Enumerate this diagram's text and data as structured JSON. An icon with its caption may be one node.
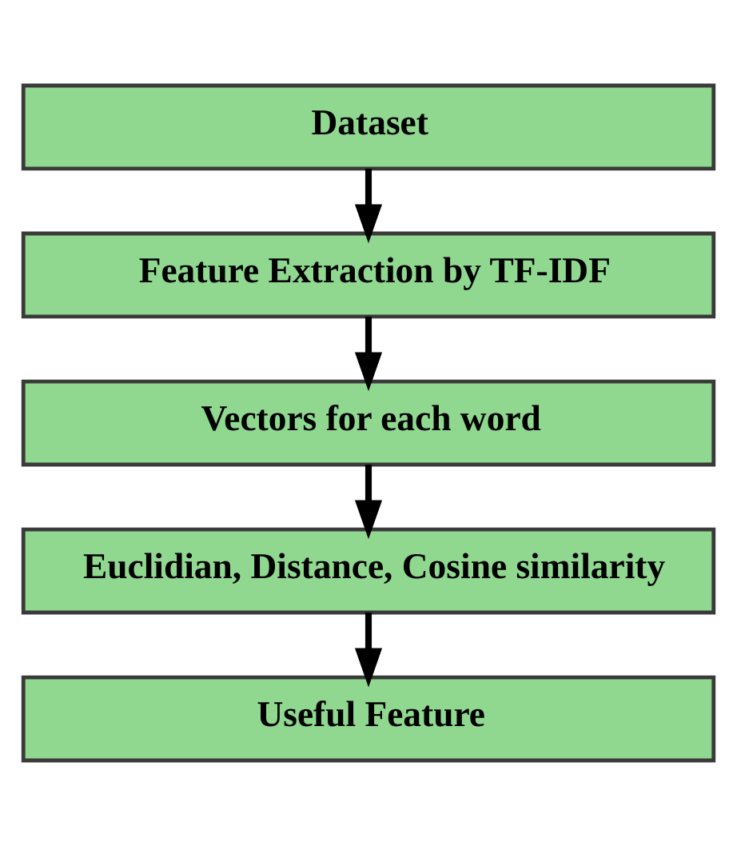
{
  "diagram": {
    "nodes": [
      {
        "text": [
          "Dataset"
        ]
      },
      {
        "text": [
          "Feature Extraction by TF-IDF"
        ]
      },
      {
        "text": [
          "Vectors for each word"
        ]
      },
      {
        "text": [
          "Euclidian, Distance, Cosine similarity"
        ]
      },
      {
        "text": [
          "Useful Feature"
        ]
      }
    ],
    "edges": [
      {
        "from": 0,
        "to": 1,
        "arrow": "to"
      },
      {
        "from": 1,
        "to": 2,
        "arrow": "to"
      },
      {
        "from": 2,
        "to": 3,
        "arrow": "to"
      },
      {
        "from": 3,
        "to": 4,
        "arrow": "to"
      }
    ]
  }
}
